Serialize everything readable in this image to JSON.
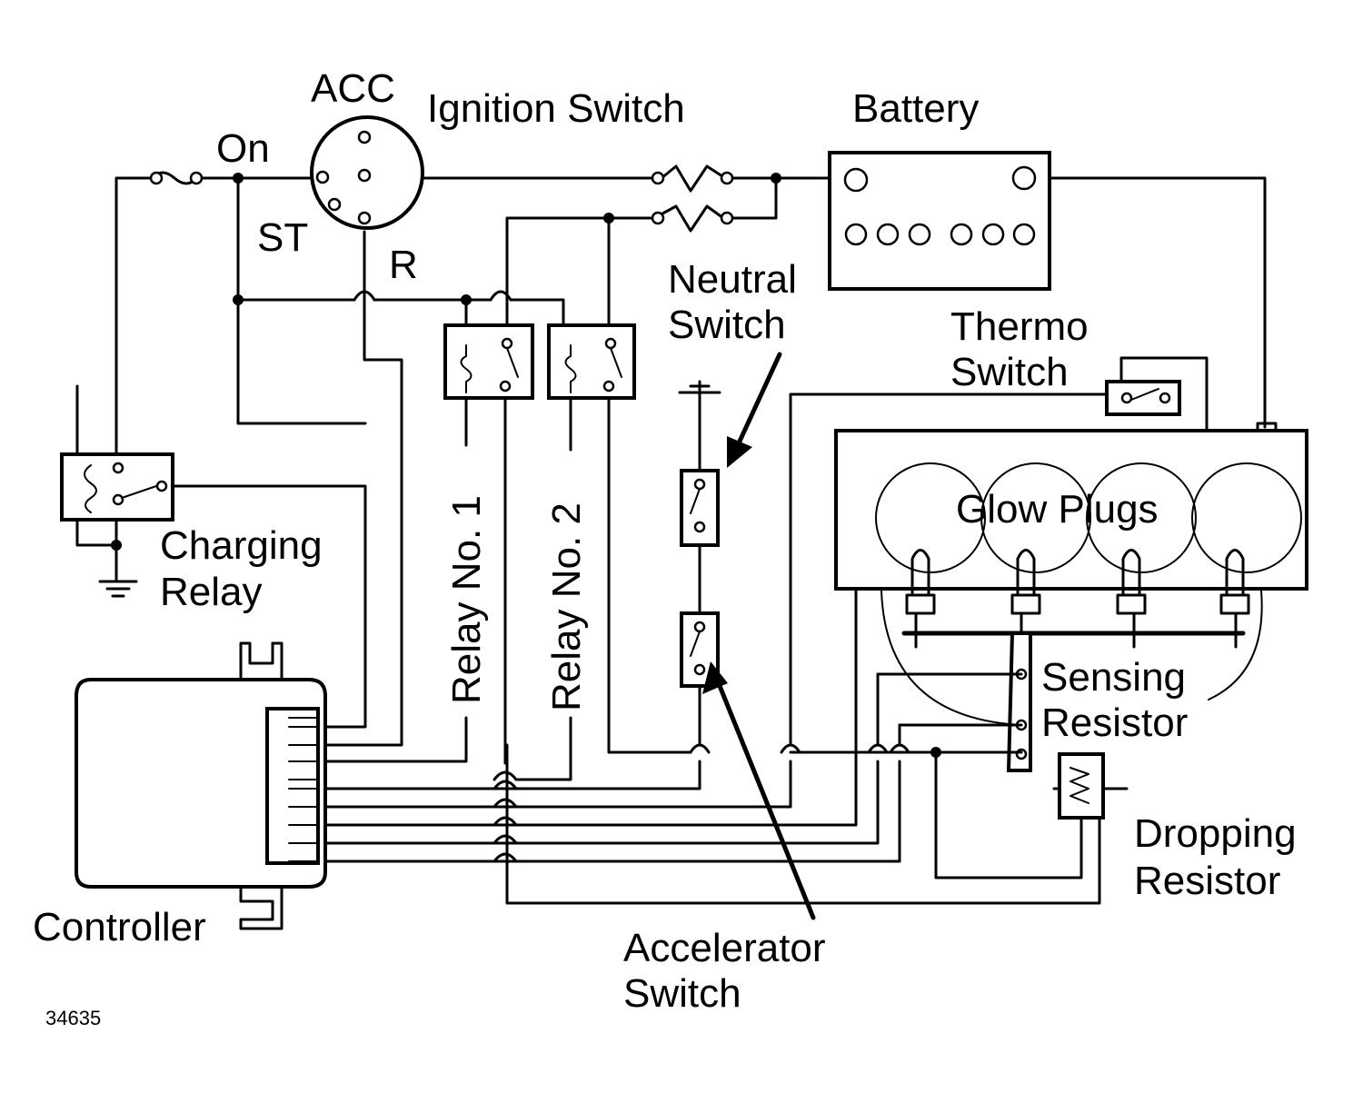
{
  "labels": {
    "acc": "ACC",
    "ignition_switch": "Ignition Switch",
    "battery": "Battery",
    "on": "On",
    "st": "ST",
    "r": "R",
    "neutral_switch_line1": "Neutral",
    "neutral_switch_line2": "Switch",
    "thermo_switch_line1": "Thermo",
    "thermo_switch_line2": "Switch",
    "charging_relay_line1": "Charging",
    "charging_relay_line2": "Relay",
    "relay_no_1": "Relay No. 1",
    "relay_no_2": "Relay No. 2",
    "glow_plugs": "Glow Plugs",
    "sensing_resistor_line1": "Sensing",
    "sensing_resistor_line2": "Resistor",
    "dropping_resistor_line1": "Dropping",
    "dropping_resistor_line2": "Resistor",
    "controller": "Controller",
    "accelerator_switch_line1": "Accelerator",
    "accelerator_switch_line2": "Switch",
    "figure_number": "34635"
  }
}
